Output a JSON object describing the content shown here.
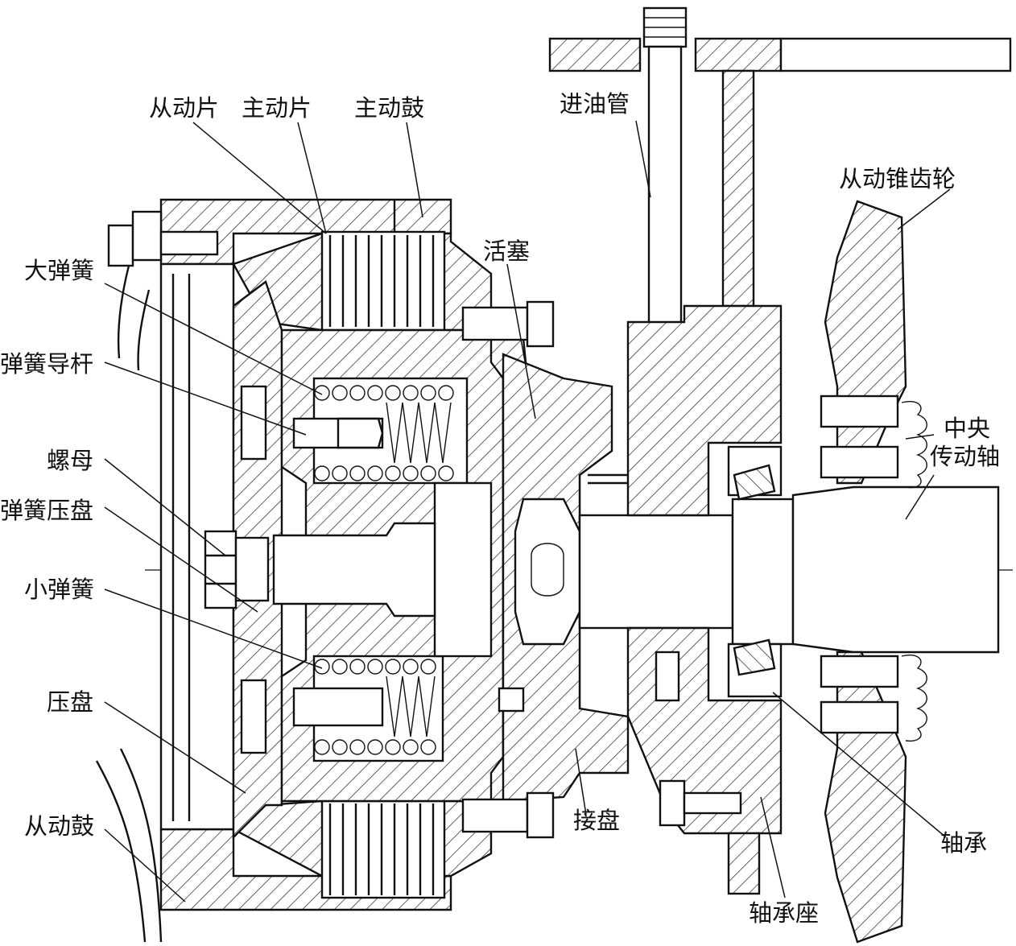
{
  "labels": {
    "driven_plate": "从动片",
    "drive_plate": "主动片",
    "drive_drum": "主动鼓",
    "oil_inlet_pipe": "进油管",
    "driven_bevel_gear": "从动锥齿轮",
    "large_spring": "大弹簧",
    "piston": "活塞",
    "spring_guide_rod": "弹簧导杆",
    "nut": "螺母",
    "spring_pressure_plate": "弹簧压盘",
    "small_spring": "小弹簧",
    "pressure_plate": "压盘",
    "driven_drum": "从动鼓",
    "adapter_plate": "接盘",
    "bearing_seat": "轴承座",
    "bearing": "轴承",
    "central_shaft_line1": "中央",
    "central_shaft_line2": "传动轴"
  }
}
